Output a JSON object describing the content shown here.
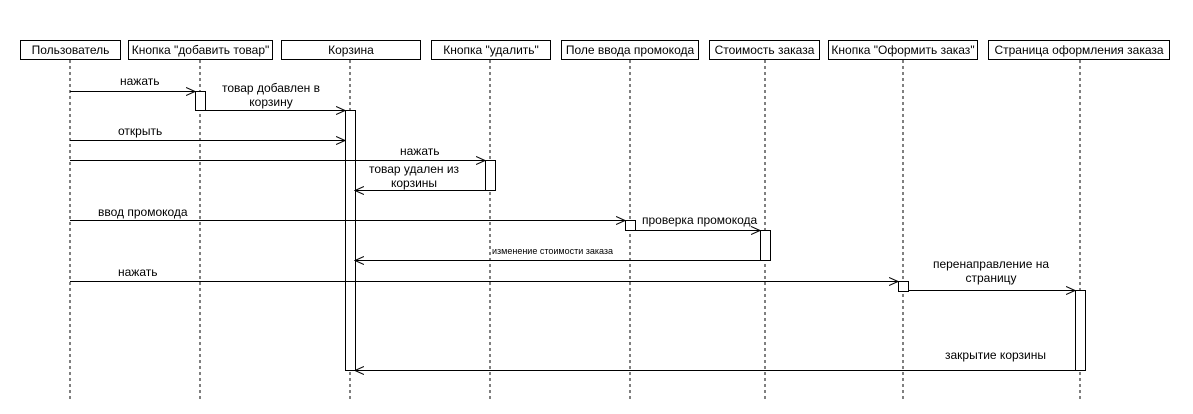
{
  "participants": [
    {
      "id": "user",
      "label": "Пользователь"
    },
    {
      "id": "add_btn",
      "label": "Кнопка \"добавить товар\""
    },
    {
      "id": "cart",
      "label": "Корзина"
    },
    {
      "id": "del_btn",
      "label": "Кнопка \"удалить\""
    },
    {
      "id": "promo",
      "label": "Поле ввода промокода"
    },
    {
      "id": "cost",
      "label": "Стоимость заказа"
    },
    {
      "id": "checkout_btn",
      "label": "Кнопка \"Оформить заказ\""
    },
    {
      "id": "checkout_page",
      "label": "Страница оформления заказа"
    }
  ],
  "messages": [
    {
      "from": "user",
      "to": "add_btn",
      "text": "нажать"
    },
    {
      "from": "add_btn",
      "to": "cart",
      "text": "товар добавлен в корзину"
    },
    {
      "from": "user",
      "to": "cart",
      "text": "открыть"
    },
    {
      "from": "user",
      "to": "del_btn",
      "text": "нажать"
    },
    {
      "from": "del_btn",
      "to": "cart",
      "text": "товар удален из корзины"
    },
    {
      "from": "user",
      "to": "promo",
      "text": "ввод промокода"
    },
    {
      "from": "promo",
      "to": "cost",
      "text": "проверка промокода"
    },
    {
      "from": "cost",
      "to": "cart",
      "text": "изменение стоимости заказа"
    },
    {
      "from": "user",
      "to": "checkout_btn",
      "text": "нажать"
    },
    {
      "from": "checkout_btn",
      "to": "checkout_page",
      "text": "перенаправление на страницу"
    },
    {
      "from": "checkout_page",
      "to": "cart",
      "text": "закрытие корзины"
    }
  ]
}
